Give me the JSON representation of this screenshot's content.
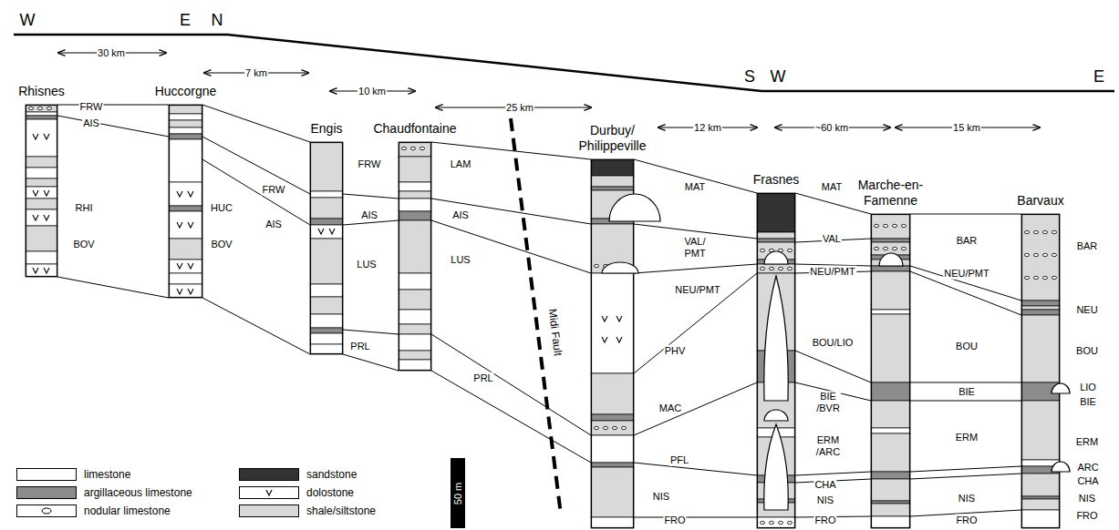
{
  "diagram": {
    "nodes": [
      {
        "text": [
          "Rhisnes"
        ]
      },
      {
        "text": [
          "Huccorgne"
        ]
      },
      {
        "text": [
          "Engis"
        ]
      },
      {
        "text": [
          "Chaudfontaine"
        ]
      },
      {
        "text": [
          "Durbuy/ Philippeville"
        ]
      },
      {
        "text": [
          "Frasnes"
        ]
      },
      {
        "text": [
          "Marche-en- Famenne"
        ]
      },
      {
        "text": [
          "Barvaux"
        ]
      }
    ],
    "edges": [
      {
        "from": 0,
        "to": 1,
        "arrow": "none"
      },
      {
        "from": 0,
        "to": 1,
        "arrow": "none"
      },
      {
        "from": 0,
        "to": 1,
        "arrow": "none"
      },
      {
        "from": 1,
        "to": 2,
        "arrow": "none"
      },
      {
        "from": 1,
        "to": 2,
        "arrow": "none"
      },
      {
        "from": 1,
        "to": 2,
        "arrow": "none"
      },
      {
        "from": 1,
        "to": 2,
        "arrow": "none"
      },
      {
        "from": 2,
        "to": 3,
        "arrow": "none"
      },
      {
        "from": 2,
        "to": 3,
        "arrow": "none"
      },
      {
        "from": 2,
        "to": 3,
        "arrow": "none"
      },
      {
        "from": 2,
        "to": 3,
        "arrow": "none"
      },
      {
        "from": 3,
        "to": 4,
        "arrow": "none"
      },
      {
        "from": 3,
        "to": 4,
        "arrow": "none"
      },
      {
        "from": 3,
        "to": 4,
        "arrow": "none"
      },
      {
        "from": 3,
        "to": 4,
        "arrow": "none"
      },
      {
        "from": 3,
        "to": 4,
        "arrow": "none"
      },
      {
        "from": 4,
        "to": 5,
        "arrow": "none"
      },
      {
        "from": 4,
        "to": 5,
        "arrow": "none"
      },
      {
        "from": 4,
        "to": 5,
        "arrow": "none"
      },
      {
        "from": 4,
        "to": 5,
        "arrow": "none"
      },
      {
        "from": 4,
        "to": 5,
        "arrow": "none"
      },
      {
        "from": 4,
        "to": 5,
        "arrow": "none"
      },
      {
        "from": 4,
        "to": 5,
        "arrow": "none"
      },
      {
        "from": 5,
        "to": 6,
        "arrow": "none"
      },
      {
        "from": 5,
        "to": 6,
        "arrow": "none"
      },
      {
        "from": 5,
        "to": 6,
        "arrow": "none"
      },
      {
        "from": 5,
        "to": 6,
        "arrow": "none"
      },
      {
        "from": 5,
        "to": 6,
        "arrow": "none"
      },
      {
        "from": 5,
        "to": 6,
        "arrow": "none"
      },
      {
        "from": 5,
        "to": 6,
        "arrow": "none"
      },
      {
        "from": 5,
        "to": 6,
        "arrow": "none"
      },
      {
        "from": 5,
        "to": 6,
        "arrow": "none"
      },
      {
        "from": 6,
        "to": 7,
        "arrow": "none"
      },
      {
        "from": 6,
        "to": 7,
        "arrow": "none"
      },
      {
        "from": 6,
        "to": 7,
        "arrow": "none"
      },
      {
        "from": 6,
        "to": 7,
        "arrow": "none"
      },
      {
        "from": 6,
        "to": 7,
        "arrow": "none"
      },
      {
        "from": 6,
        "to": 7,
        "arrow": "none"
      },
      {
        "from": 6,
        "to": 7,
        "arrow": "none"
      },
      {
        "from": 6,
        "to": 7,
        "arrow": "none"
      }
    ],
    "labels": [
      "W",
      "E",
      "N",
      "S",
      "W",
      "E",
      "30 km",
      "7 km",
      "10 km",
      "25 km",
      "12 km",
      "~60 km",
      "15 km",
      "FRW",
      "AIS",
      "RHI",
      "BOV",
      "HUC",
      "BOV",
      "FRW",
      "AIS",
      "FRW",
      "AIS",
      "LUS",
      "PRL",
      "LAM",
      "AIS",
      "LUS",
      "PRL",
      "Midi Fault",
      "MAT",
      "VAL/ PMT",
      "NEU/PMT",
      "PHV",
      "MAC",
      "PFL",
      "NIS",
      "FRO",
      "MAT",
      "VAL",
      "NEU/PMT",
      "BOU/LIO",
      "BIE /BVR",
      "ERM /ARC",
      "CHA",
      "NIS",
      "FRO",
      "BAR",
      "NEU/PMT",
      "BOU",
      "BIE",
      "ERM",
      "NIS",
      "FRO",
      "BAR",
      "NEU",
      "BOU",
      "LIO",
      "BIE",
      "ERM",
      "ARC",
      "CHA",
      "NIS",
      "FRO",
      "50 m"
    ],
    "legend": [
      {
        "text": "limestone",
        "color": "#ffffff"
      },
      {
        "text": "argillaceous limestone",
        "color": "#8c8c8c"
      },
      {
        "text": "nodular limestone"
      },
      {
        "text": "sandstone",
        "color": "#333333"
      },
      {
        "text": "dolostone"
      },
      {
        "text": "shale/siltstone",
        "color": "#d9d9d9"
      }
    ]
  }
}
